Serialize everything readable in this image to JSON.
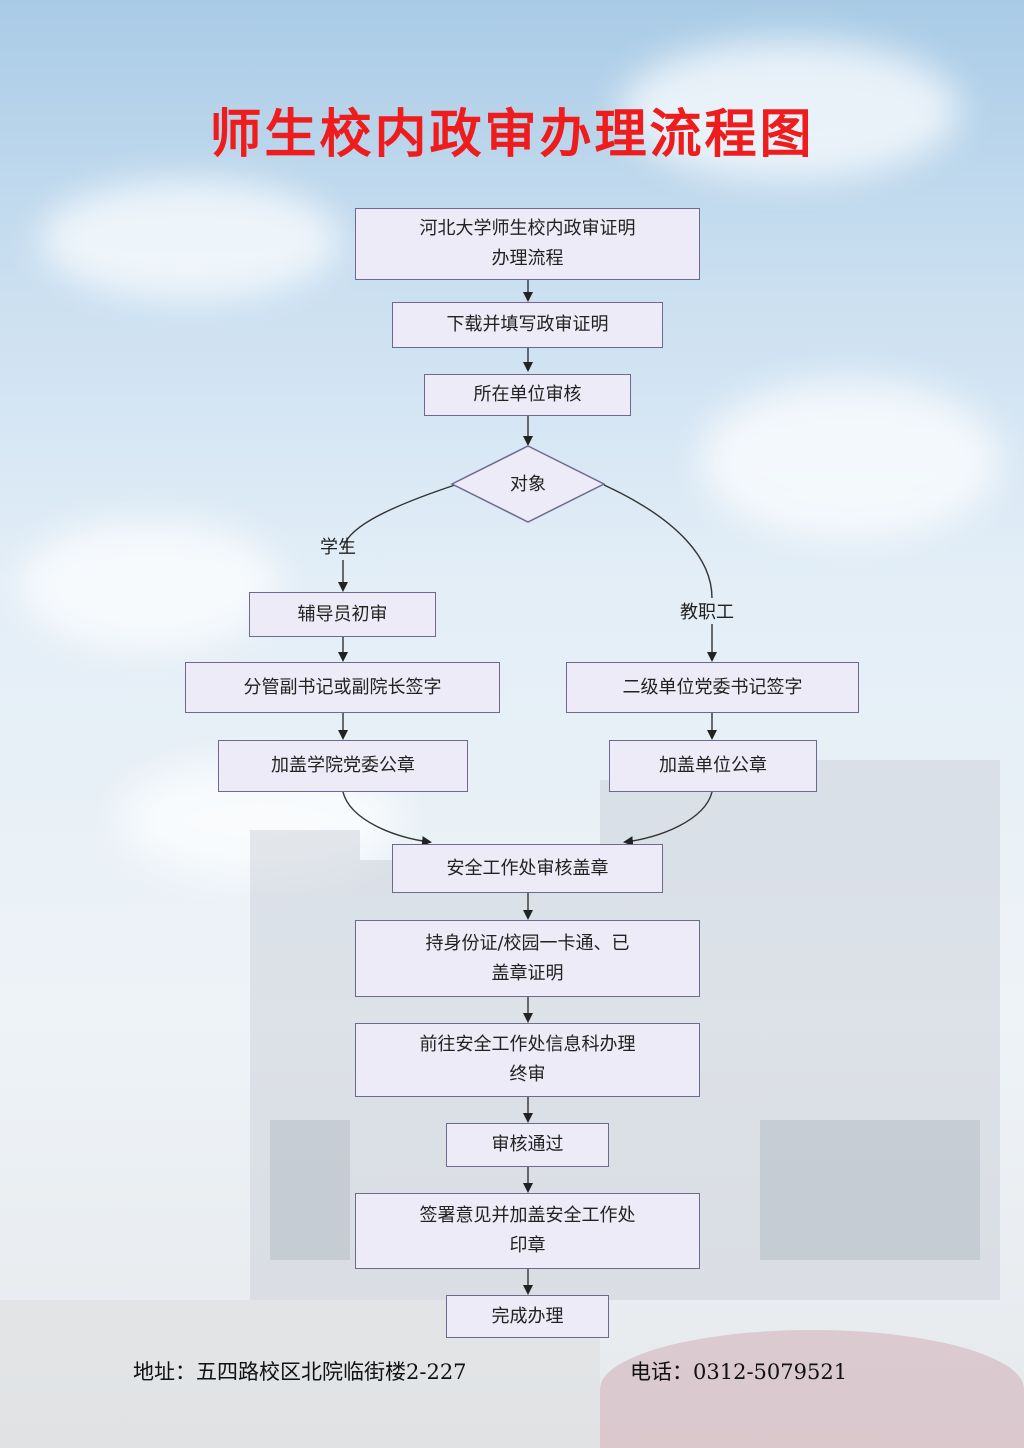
{
  "title": "师生校内政审办理流程图",
  "nodes": {
    "start_line1": "河北大学师生校内政审证明",
    "start_line2": "办理流程",
    "download": "下载并填写政审证明",
    "unit_review": "所在单位审核",
    "decision": "对象",
    "counselor": "辅导员初审",
    "deputy_sign": "分管副书记或副院长签字",
    "college_seal": "加盖学院党委公章",
    "secretary_sign": "二级单位党委书记签字",
    "unit_seal": "加盖单位公章",
    "security_review": "安全工作处审核盖章",
    "documents_line1": "持身份证/校园一卡通、已",
    "documents_line2": "盖章证明",
    "final_line1": "前往安全工作处信息科办理",
    "final_line2": "终审",
    "approved": "审核通过",
    "sign_line1": "签署意见并加盖安全工作处",
    "sign_line2": "印章",
    "done": "完成办理"
  },
  "branches": {
    "student": "学生",
    "staff": "教职工"
  },
  "footer": {
    "address": "地址：五四路校区北院临街楼2-227",
    "phone": "电话：0312-5079521"
  }
}
